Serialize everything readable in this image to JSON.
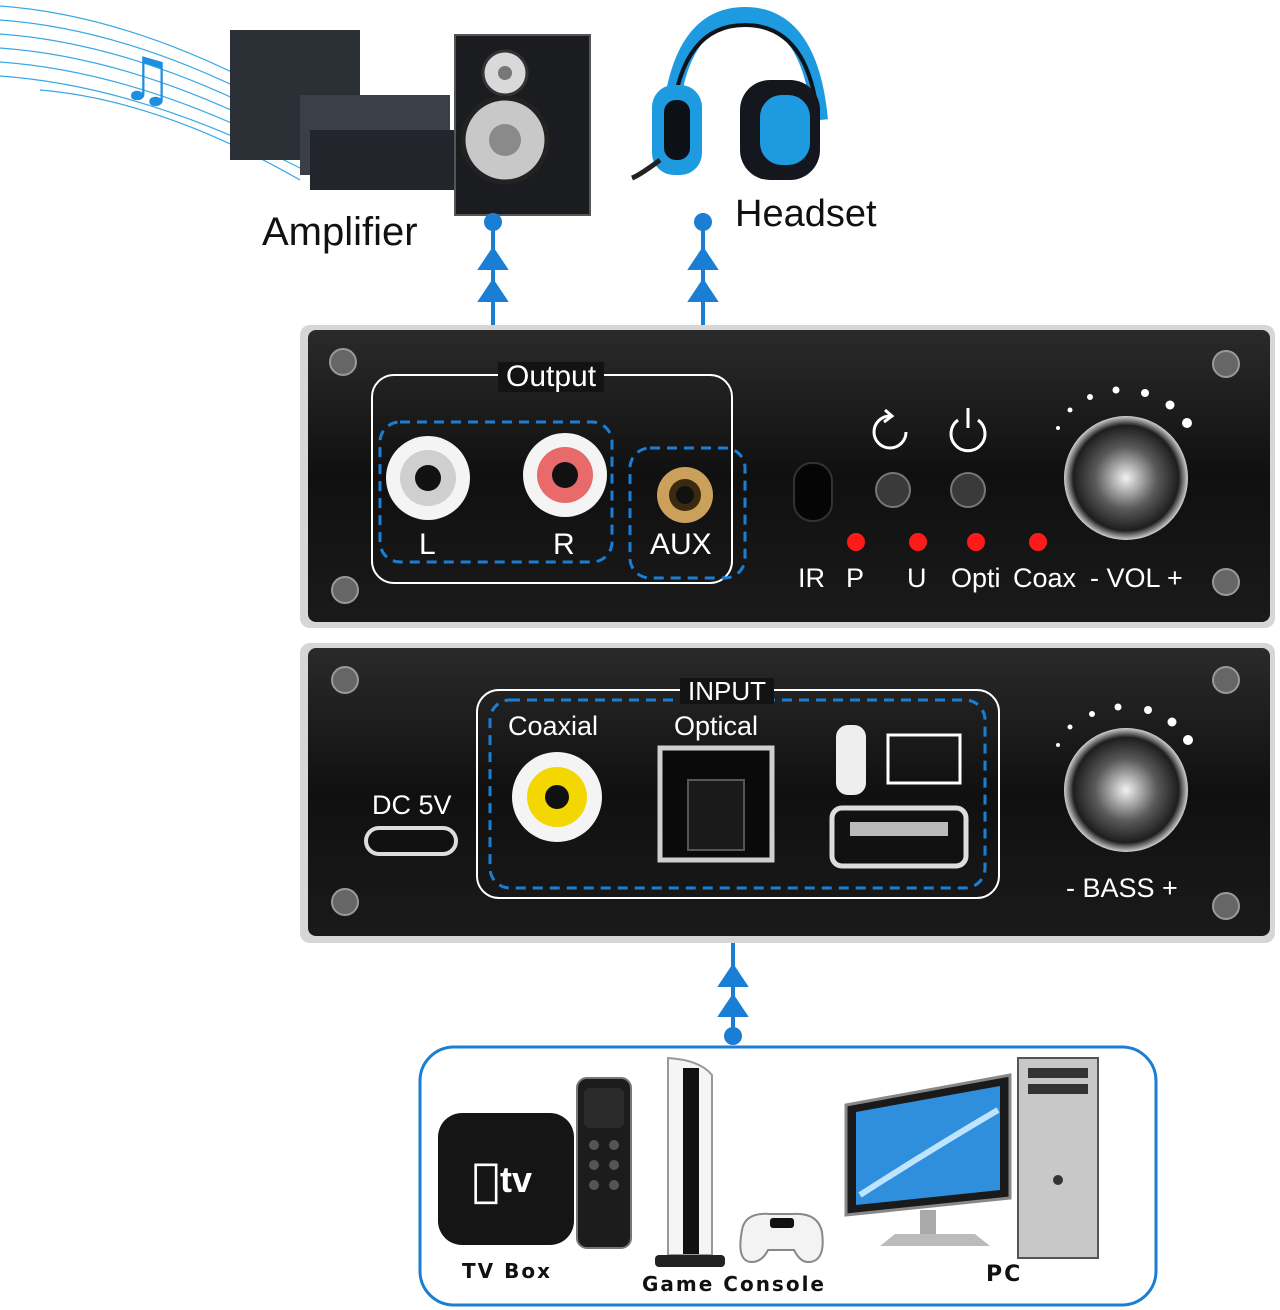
{
  "top": {
    "amplifier_label": "Amplifier",
    "headset_label": "Headset"
  },
  "front_panel": {
    "output_label": "Output",
    "left_label": "L",
    "right_label": "R",
    "aux_label": "AUX",
    "ir_label": "IR",
    "p_label": "P",
    "u_label": "U",
    "opti_label": "Opti",
    "coax_label": "Coax",
    "vol_label": "- VOL +",
    "led_color": "#ff1a1a"
  },
  "rear_panel": {
    "input_label": "INPUT",
    "coaxial_label": "Coaxial",
    "optical_label": "Optical",
    "dc_label": "DC 5V",
    "bass_label": "- BASS +"
  },
  "devices": {
    "tv_box_label": "TV Box",
    "tv_logo_text": "tv",
    "game_console_label": "Game Console",
    "pc_label": "PC"
  },
  "colors": {
    "accent_blue": "#1a7fd4",
    "panel_black": "#111111",
    "headset_blue": "#1e9be0"
  }
}
